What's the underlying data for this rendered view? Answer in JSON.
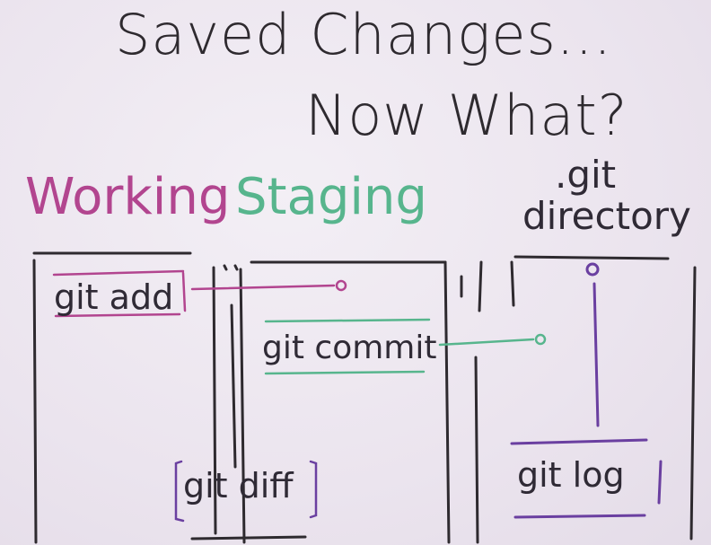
{
  "title": {
    "line1": "Saved Changes...",
    "line2": "Now What?"
  },
  "areas": {
    "working": "Working",
    "staging": "Staging",
    "git_directory_line1": ".git",
    "git_directory_line2": "directory"
  },
  "commands": {
    "add": "git add",
    "commit": "git commit",
    "diff": "git diff",
    "log": "git log"
  },
  "colors": {
    "working": "#b2458f",
    "staging": "#57b58d",
    "git_directory": "#6a3fa0",
    "ink": "#2e2a2f"
  }
}
